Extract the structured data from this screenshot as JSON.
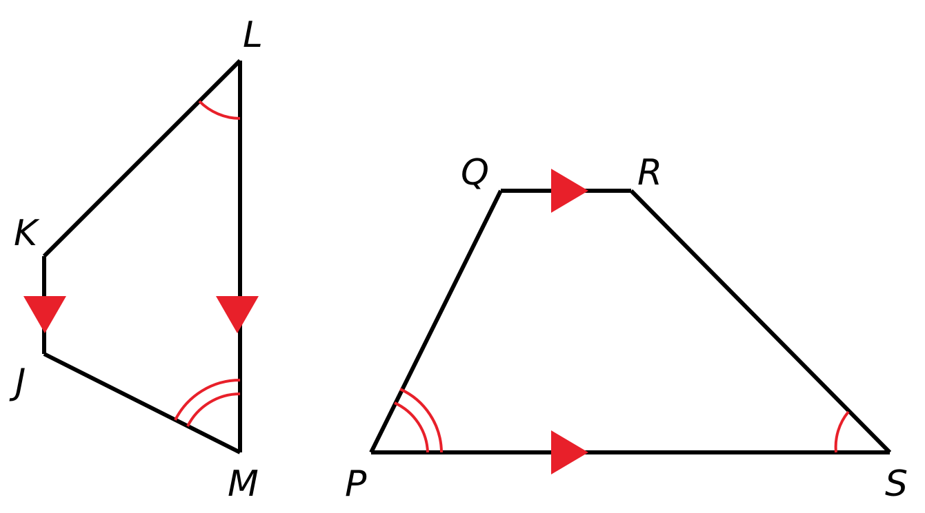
{
  "colors": {
    "line": "#000000",
    "marker": "#e8202a"
  },
  "figures": {
    "quad_jklm": {
      "vertices": {
        "J": "J",
        "K": "K",
        "L": "L",
        "M": "M"
      },
      "parallel_marks": [
        "KJ",
        "LM"
      ],
      "angle_marks": {
        "L": "single-arc",
        "M": "double-arc"
      }
    },
    "quad_pqrs": {
      "vertices": {
        "P": "P",
        "Q": "Q",
        "R": "R",
        "S": "S"
      },
      "parallel_marks": [
        "QR",
        "PS"
      ],
      "angle_marks": {
        "P": "double-arc",
        "S": "single-arc"
      }
    }
  }
}
